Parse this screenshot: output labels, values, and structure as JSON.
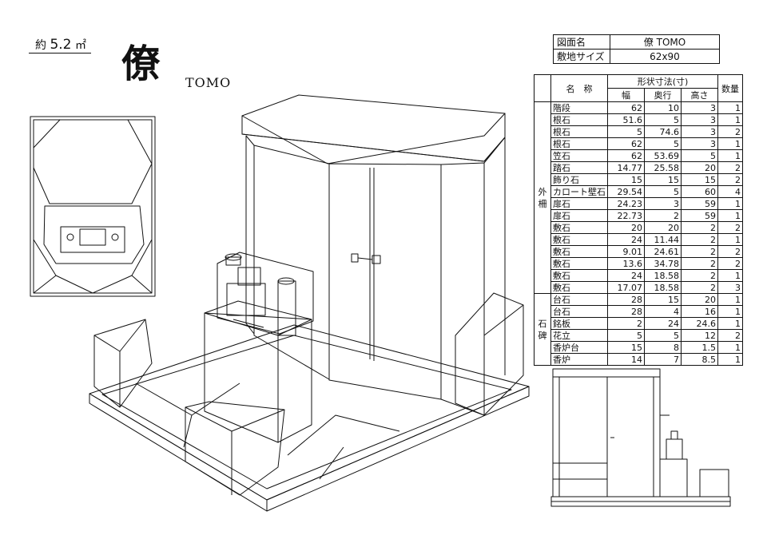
{
  "header": {
    "area_prefix": "約",
    "area_value": "5.2",
    "area_unit": "㎡",
    "title_kanji": "僚",
    "title_roman": "TOMO"
  },
  "info": {
    "name_label": "図面名",
    "name_value": "僚 TOMO",
    "site_label": "敷地サイズ",
    "site_value": "62x90"
  },
  "parts": {
    "headers": {
      "name": "名　称",
      "dims": "形状寸法(寸)",
      "width": "幅",
      "depth": "奥行",
      "height": "高さ",
      "qty": "数量"
    },
    "groups": [
      {
        "label": "外柵",
        "rows": [
          {
            "name": "階段",
            "w": "62",
            "d": "10",
            "h": "3",
            "q": "1"
          },
          {
            "name": "根石",
            "w": "51.6",
            "d": "5",
            "h": "3",
            "q": "1"
          },
          {
            "name": "根石",
            "w": "5",
            "d": "74.6",
            "h": "3",
            "q": "2"
          },
          {
            "name": "根石",
            "w": "62",
            "d": "5",
            "h": "3",
            "q": "1"
          },
          {
            "name": "笠石",
            "w": "62",
            "d": "53.69",
            "h": "5",
            "q": "1"
          },
          {
            "name": "踏石",
            "w": "14.77",
            "d": "25.58",
            "h": "20",
            "q": "2"
          },
          {
            "name": "飾り石",
            "w": "15",
            "d": "15",
            "h": "15",
            "q": "2"
          },
          {
            "name": "カロート壁石",
            "w": "29.54",
            "d": "5",
            "h": "60",
            "q": "4"
          },
          {
            "name": "扉石",
            "w": "24.23",
            "d": "3",
            "h": "59",
            "q": "1"
          },
          {
            "name": "扉石",
            "w": "22.73",
            "d": "2",
            "h": "59",
            "q": "1"
          },
          {
            "name": "敷石",
            "w": "20",
            "d": "20",
            "h": "2",
            "q": "2"
          },
          {
            "name": "敷石",
            "w": "24",
            "d": "11.44",
            "h": "2",
            "q": "1"
          },
          {
            "name": "敷石",
            "w": "9.01",
            "d": "24.61",
            "h": "2",
            "q": "2"
          },
          {
            "name": "敷石",
            "w": "13.6",
            "d": "34.78",
            "h": "2",
            "q": "2"
          },
          {
            "name": "敷石",
            "w": "24",
            "d": "18.58",
            "h": "2",
            "q": "1"
          },
          {
            "name": "敷石",
            "w": "17.07",
            "d": "18.58",
            "h": "2",
            "q": "3"
          }
        ]
      },
      {
        "label": "石碑",
        "rows": [
          {
            "name": "台石",
            "w": "28",
            "d": "15",
            "h": "20",
            "q": "1"
          },
          {
            "name": "台石",
            "w": "28",
            "d": "4",
            "h": "16",
            "q": "1"
          },
          {
            "name": "銘板",
            "w": "2",
            "d": "24",
            "h": "24.6",
            "q": "1"
          },
          {
            "name": "花立",
            "w": "5",
            "d": "5",
            "h": "12",
            "q": "2"
          },
          {
            "name": "香炉台",
            "w": "15",
            "d": "8",
            "h": "1.5",
            "q": "1"
          },
          {
            "name": "香炉",
            "w": "14",
            "d": "7",
            "h": "8.5",
            "q": "1"
          }
        ]
      }
    ]
  }
}
